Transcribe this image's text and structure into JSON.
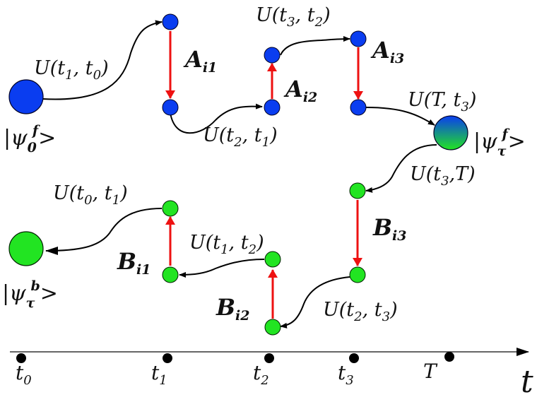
{
  "forward": {
    "u_t1_t0": "U(t1, t0)",
    "a_i1": "Ai1",
    "u_t2_t1": "U(t2, t1)",
    "a_i2": "Ai2",
    "u_t3_t2": "U(t3, t2)",
    "a_i3": "Ai3",
    "u_T_t3": "U(T, t3)",
    "psi_0_f": "|ψ0f>",
    "psi_tau_f": "|ψτf>"
  },
  "backward": {
    "u_t3_T": "U(t3,T)",
    "b_i3": "Bi3",
    "u_t2_t3": "U(t2, t3)",
    "b_i2": "Bi2",
    "u_t1_t2": "U(t1, t2)",
    "b_i1": "Bi1",
    "u_t0_t1": "U(t0, t1)",
    "psi_tau_b": "|ψτb>"
  },
  "time_axis": {
    "ticks": [
      "t0",
      "t1",
      "t2",
      "t3",
      "T"
    ],
    "axis_label": "t"
  },
  "colors": {
    "forward_node": "#0a3df0",
    "backward_node": "#22e422",
    "operator_arrow": "#ee1111",
    "propagator_arrow": "#000000"
  }
}
